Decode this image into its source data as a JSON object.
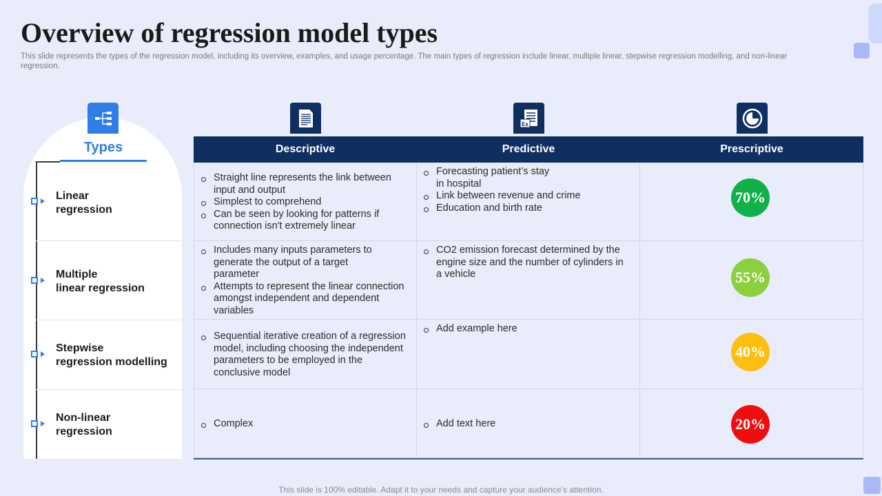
{
  "title": "Overview of regression model types",
  "subtitle": "This slide represents the types of the regression model, including its overview, examples, and usage percentage. The main types of regression include linear, multiple linear, stepwise regression modelling, and non-linear regression.",
  "types_label": "Types",
  "columns": [
    "Descriptive",
    "Predictive",
    "Prescriptive"
  ],
  "rows": [
    {
      "label_line1": "Linear",
      "label_line2": "regression",
      "descriptive": [
        "Straight line represents the link between input and output",
        "Simplest to comprehend",
        "Can be seen by looking for patterns if connection isn't extremely linear"
      ],
      "predictive": [
        "Forecasting patient’s stay in hospital",
        "Link between revenue and crime",
        "Education and birth rate"
      ],
      "percent": "70%",
      "color": "#10b04a"
    },
    {
      "label_line1": "Multiple",
      "label_line2": "linear regression",
      "descriptive": [
        "Includes many inputs parameters to generate the output of a target parameter",
        "Attempts to represent the linear connection amongst independent and dependent variables"
      ],
      "predictive": [
        "CO2 emission forecast determined by the engine size and the number of cylinders in a vehicle"
      ],
      "percent": "55%",
      "color": "#8ccf3f"
    },
    {
      "label_line1": "Stepwise",
      "label_line2": "regression modelling",
      "descriptive": [
        "Sequential iterative creation of a regression model, including choosing the independent parameters to be employed in the conclusive model"
      ],
      "predictive": [
        "Add example here"
      ],
      "percent": "40%",
      "color": "#fdbf0f"
    },
    {
      "label_line1": "Non-linear",
      "label_line2": "regression",
      "descriptive": [
        "Complex"
      ],
      "predictive": [
        "Add text here"
      ],
      "percent": "20%",
      "color": "#f00d0d"
    }
  ],
  "footer": "This slide is 100% editable. Adapt it to your needs and capture your audience’s attention.",
  "icons": {
    "types": "hierarchy-icon",
    "descriptive": "document-icon",
    "predictive": "spreadsheet-icon",
    "prescriptive": "pie-chart-icon"
  }
}
